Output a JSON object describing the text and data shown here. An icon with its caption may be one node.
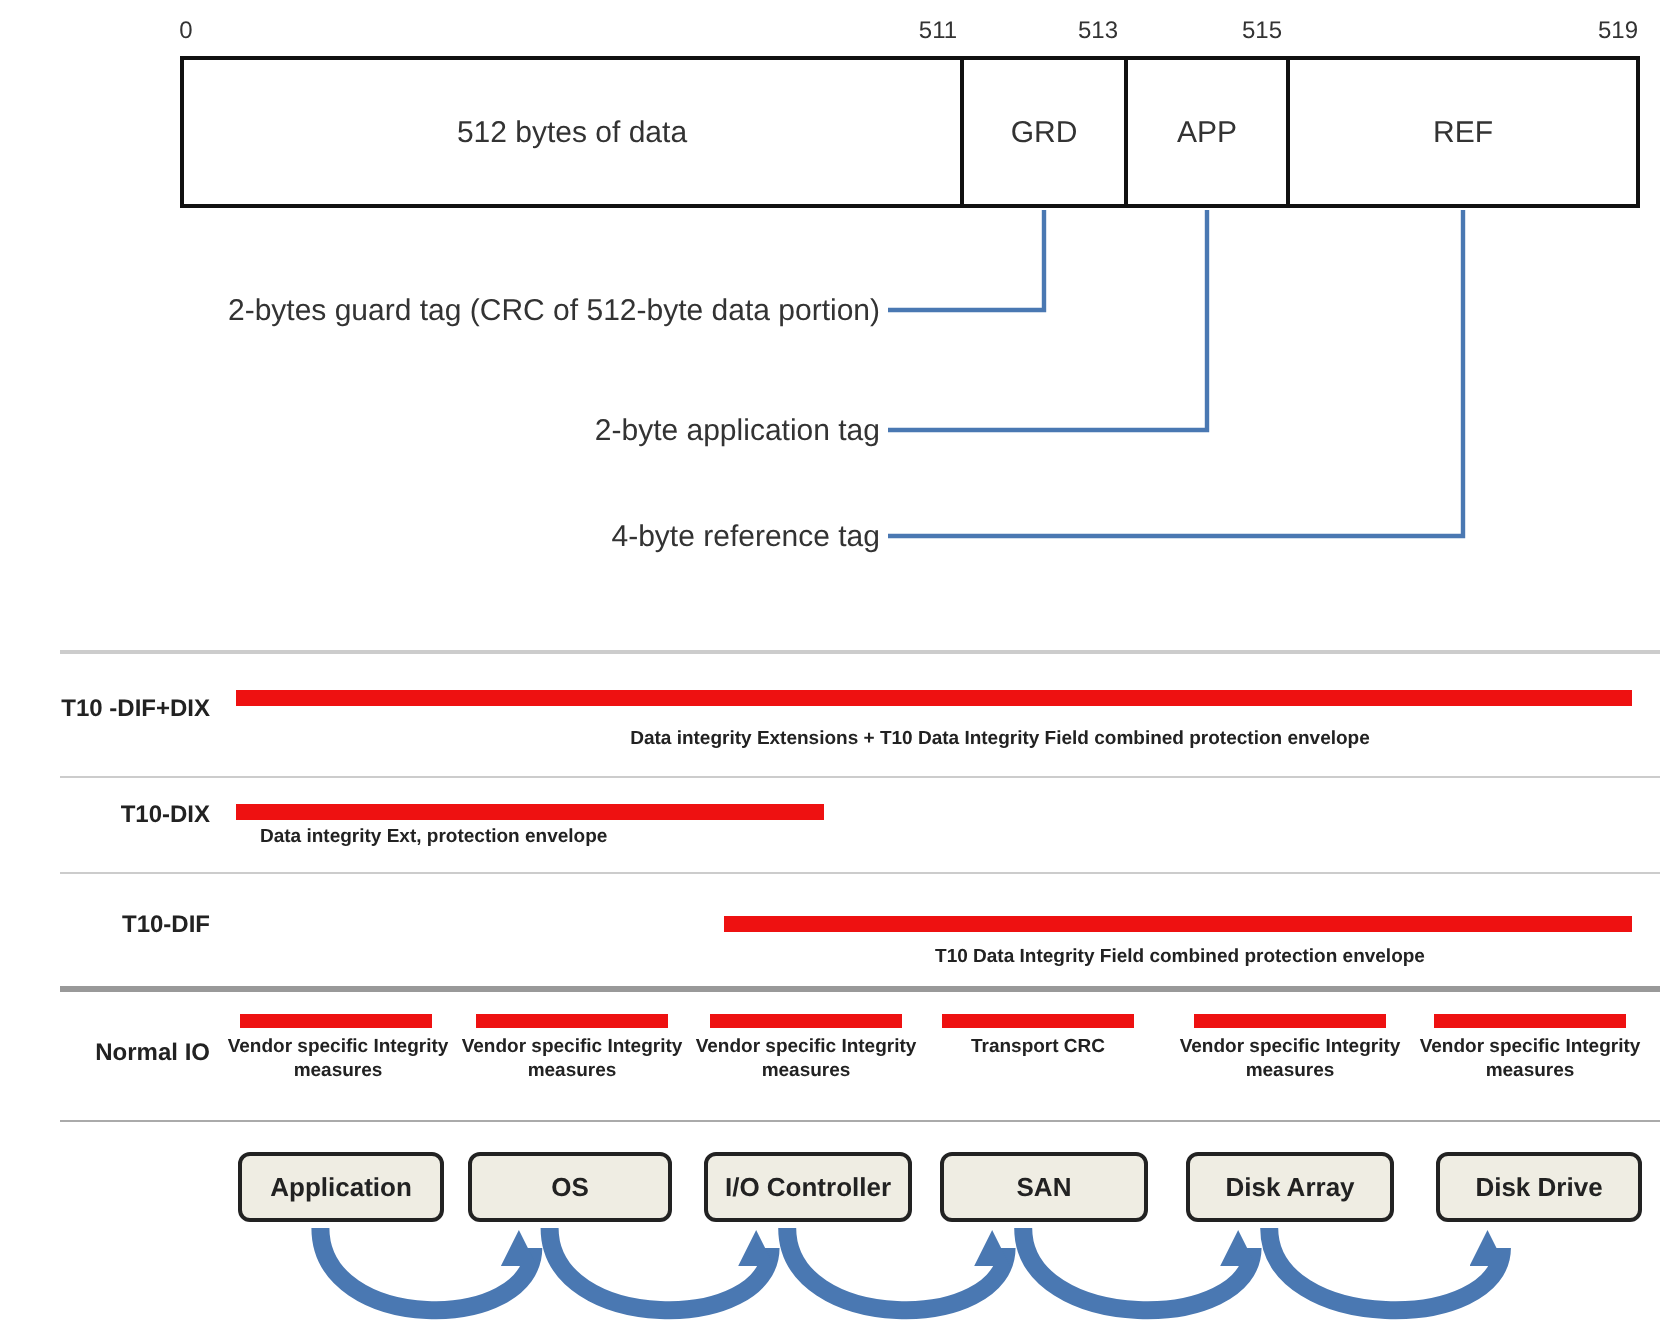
{
  "diagram": {
    "nodes": [
      {
        "text": [
          "512 bytes of data"
        ]
      },
      {
        "text": [
          "GRD"
        ]
      },
      {
        "text": [
          "APP"
        ]
      },
      {
        "text": [
          "REF"
        ]
      },
      {
        "text": [
          "2-bytes guard tag (CRC of 512-byte data portion)"
        ]
      },
      {
        "text": [
          "2-byte application tag"
        ]
      },
      {
        "text": [
          "4-byte reference tag"
        ]
      },
      {
        "text": [
          "Application"
        ]
      },
      {
        "text": [
          "OS"
        ]
      },
      {
        "text": [
          "I/O Controller"
        ]
      },
      {
        "text": [
          "SAN"
        ]
      },
      {
        "text": [
          "Disk Array"
        ]
      },
      {
        "text": [
          "Disk Drive"
        ]
      }
    ],
    "edges": [
      {
        "from": 4,
        "to": 1,
        "arrow": "none"
      },
      {
        "from": 5,
        "to": 2,
        "arrow": "none"
      },
      {
        "from": 6,
        "to": 3,
        "arrow": "none"
      },
      {
        "from": 7,
        "to": 8,
        "arrow": "to"
      },
      {
        "from": 8,
        "to": 9,
        "arrow": "to"
      },
      {
        "from": 9,
        "to": 10,
        "arrow": "to"
      },
      {
        "from": 10,
        "to": 11,
        "arrow": "to"
      },
      {
        "from": 11,
        "to": 12,
        "arrow": "to"
      }
    ],
    "labels": [
      "0",
      "511",
      "513",
      "515",
      "519",
      "T10 -DIF+DIX",
      "Data integrity Extensions + T10 Data Integrity Field combined protection envelope",
      "T10-DIX",
      "Data integrity Ext, protection envelope",
      "T10-DIF",
      "T10 Data Integrity Field combined protection envelope",
      "Normal IO",
      "Vendor specific Integrity measures",
      "Vendor specific Integrity measures",
      "Vendor specific Integrity measures",
      "Transport CRC",
      "Vendor specific Integrity measures",
      "Vendor specific Integrity measures"
    ]
  }
}
